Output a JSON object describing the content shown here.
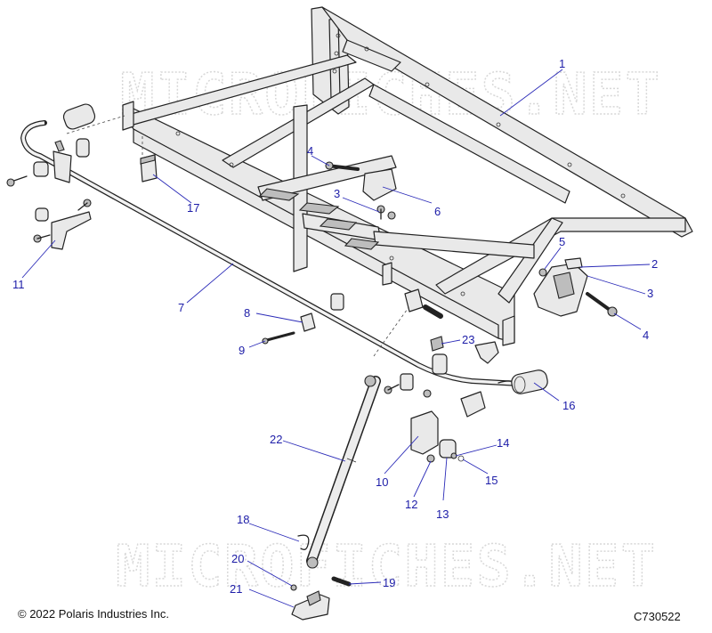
{
  "watermark": "MICROFICHES.NET",
  "footer": {
    "copyright": "© 2022 Polaris Industries Inc.",
    "code": "C730522"
  },
  "callouts": {
    "c1": "1",
    "c2": "2",
    "c3a": "3",
    "c3b": "3",
    "c4a": "4",
    "c4b": "4",
    "c5": "5",
    "c6": "6",
    "c7": "7",
    "c8": "8",
    "c9": "9",
    "c10": "10",
    "c11": "11",
    "c12": "12",
    "c13": "13",
    "c14": "14",
    "c15": "15",
    "c16": "16",
    "c17": "17",
    "c18": "18",
    "c19": "19",
    "c20": "20",
    "c21": "21",
    "c22": "22",
    "c23": "23"
  },
  "colors": {
    "callout": "#1d1da8",
    "leader": "#2b2bb8",
    "line": "#222222"
  }
}
